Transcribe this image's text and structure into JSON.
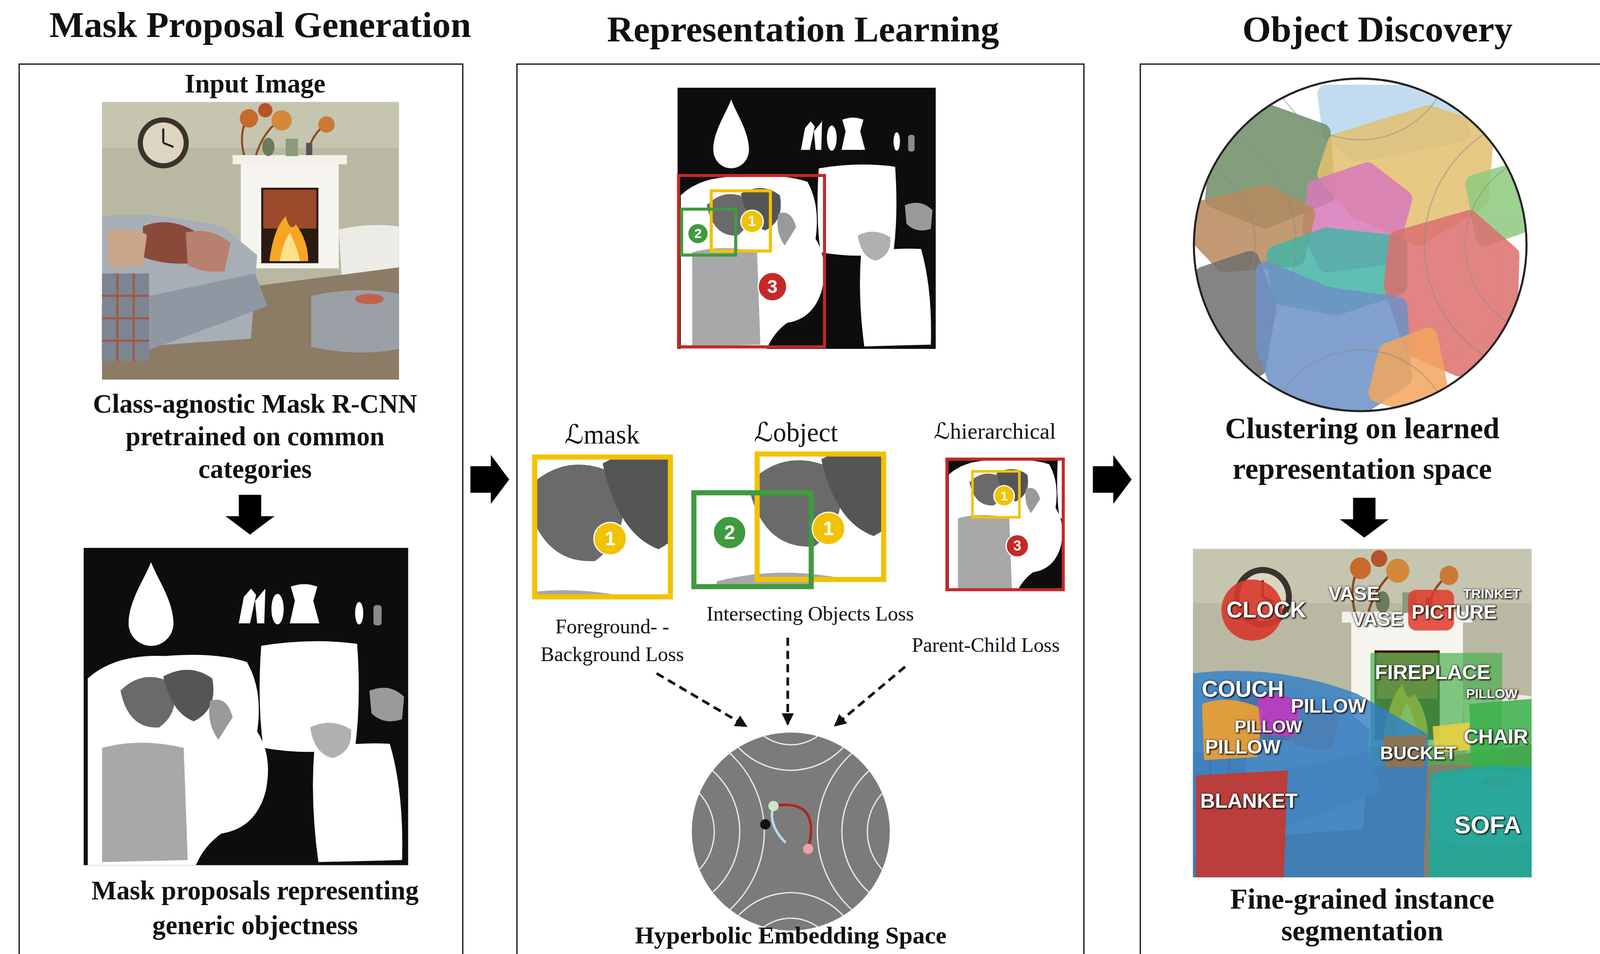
{
  "diagram": {
    "nodes": [
      {
        "text": [
          "Mask Proposal Generation"
        ]
      },
      {
        "text": [
          "Input Image",
          "Class-agnostic Mask R-CNN pretrained on common categories"
        ],
        "in": 0
      },
      {
        "text": [
          "Mask proposals representing generic objectness"
        ],
        "in": 0
      },
      {
        "text": [
          "Representation Learning"
        ]
      },
      {
        "text": [
          "ℒmask",
          "Foreground- -Background Loss"
        ],
        "in": 3
      },
      {
        "text": [
          "ℒobject",
          "Intersecting Objects Loss"
        ],
        "in": 3
      },
      {
        "text": [
          "ℒhierarchical",
          "Parent-Child Loss"
        ],
        "in": 3
      },
      {
        "text": [
          "Hyperbolic Embedding Space"
        ],
        "in": 3
      },
      {
        "text": [
          "Object Discovery"
        ]
      },
      {
        "text": [
          "Clustering on learned representation space"
        ],
        "in": 8
      },
      {
        "text": [
          "Fine-grained instance segmentation"
        ],
        "in": 8
      }
    ],
    "edges": [
      {
        "from": 1,
        "to": 2,
        "arrow": "to"
      },
      {
        "from": 0,
        "to": 3,
        "arrow": "to"
      },
      {
        "from": 4,
        "to": 7,
        "arrow": "to"
      },
      {
        "from": 5,
        "to": 7,
        "arrow": "to"
      },
      {
        "from": 6,
        "to": 7,
        "arrow": "to"
      },
      {
        "from": 3,
        "to": 8,
        "arrow": "to"
      },
      {
        "from": 9,
        "to": 10,
        "arrow": "to"
      }
    ],
    "labels": [
      "1",
      "2",
      "3",
      "1",
      "2",
      "1",
      "1",
      "3",
      "CLOCK",
      "VASE",
      "VASE",
      "PICTURE",
      "TRINKET",
      "COUCH",
      "PILLOW",
      "PILLOW",
      "PILLOW",
      "FIREPLACE",
      "PILLOW",
      "CHAIR",
      "BUCKET",
      "BLANKET",
      "SOFA"
    ]
  }
}
